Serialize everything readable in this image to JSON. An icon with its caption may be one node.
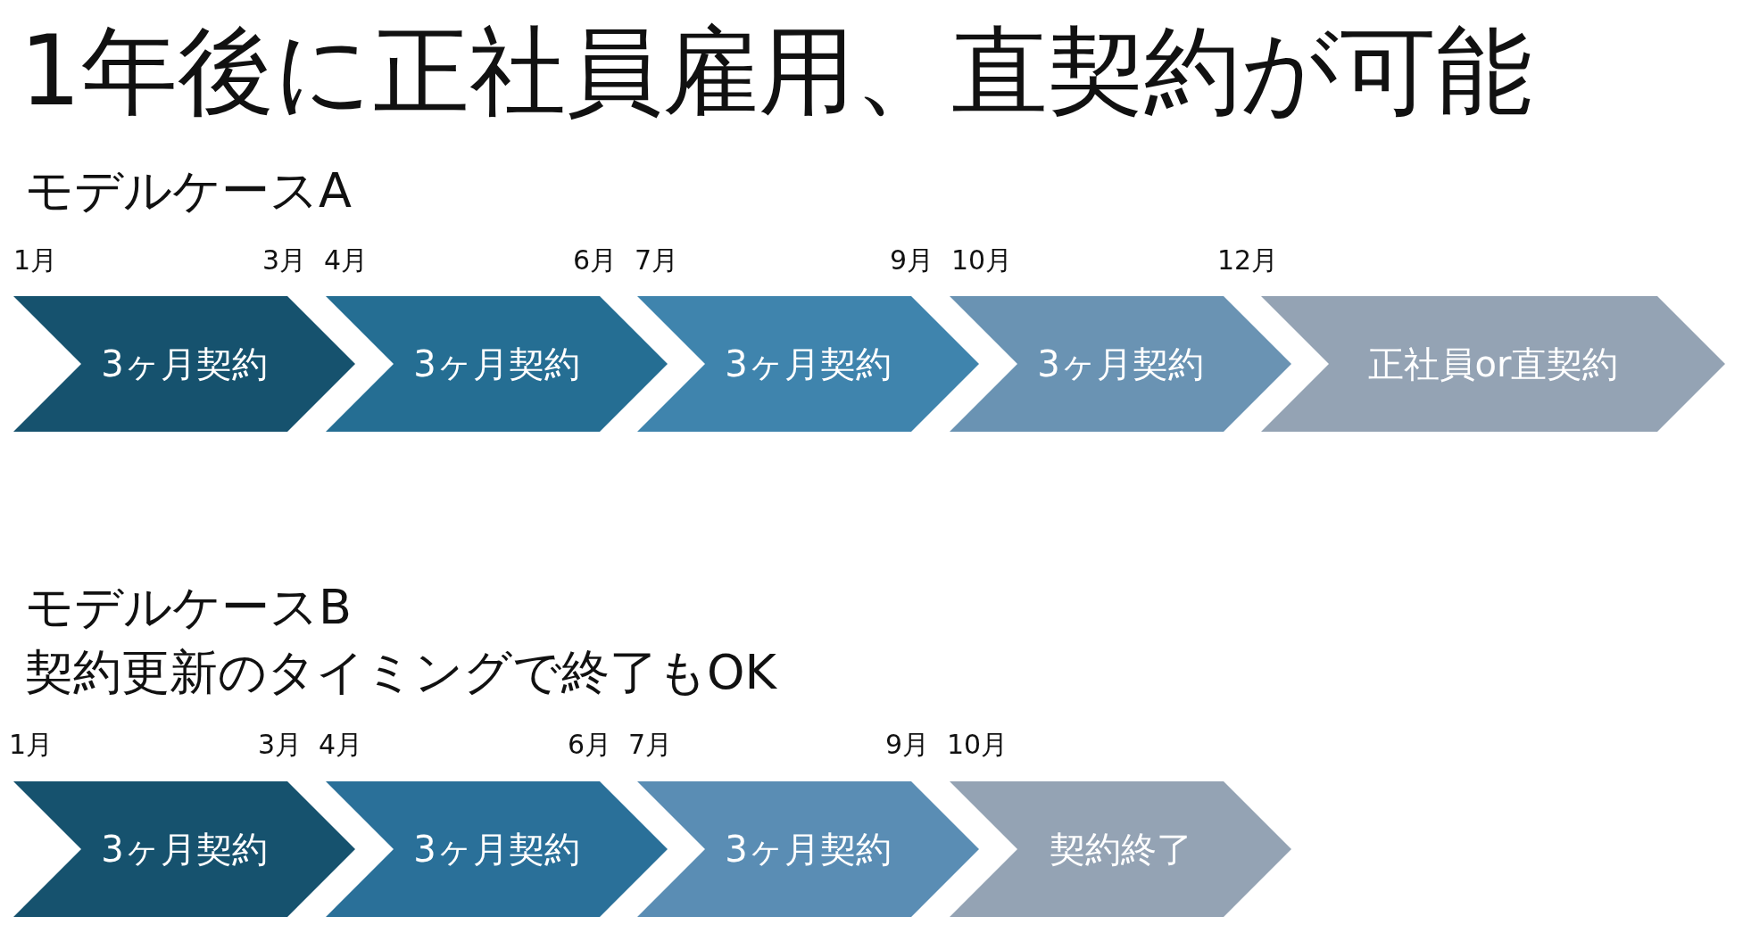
{
  "diagram": {
    "title": "1年後に正社員雇用、直契約が可能",
    "nodes": [
      {
        "text": [
          "3ヶ月契約"
        ]
      },
      {
        "text": [
          "3ヶ月契約"
        ]
      },
      {
        "text": [
          "3ヶ月契約"
        ]
      },
      {
        "text": [
          "3ヶ月契約"
        ]
      },
      {
        "text": [
          "正社員or直契約"
        ]
      },
      {
        "text": [
          "3ヶ月契約"
        ]
      },
      {
        "text": [
          "3ヶ月契約"
        ]
      },
      {
        "text": [
          "3ヶ月契約"
        ]
      },
      {
        "text": [
          "契約終了"
        ]
      }
    ],
    "labels": [
      "モデルケースA",
      "1月",
      "3月",
      "4月",
      "6月",
      "7月",
      "9月",
      "10月",
      "12月",
      "モデルケースB",
      "契約更新のタイミングで終了もOK",
      "1月",
      "3月",
      "4月",
      "6月",
      "7月",
      "9月",
      "10月"
    ]
  }
}
